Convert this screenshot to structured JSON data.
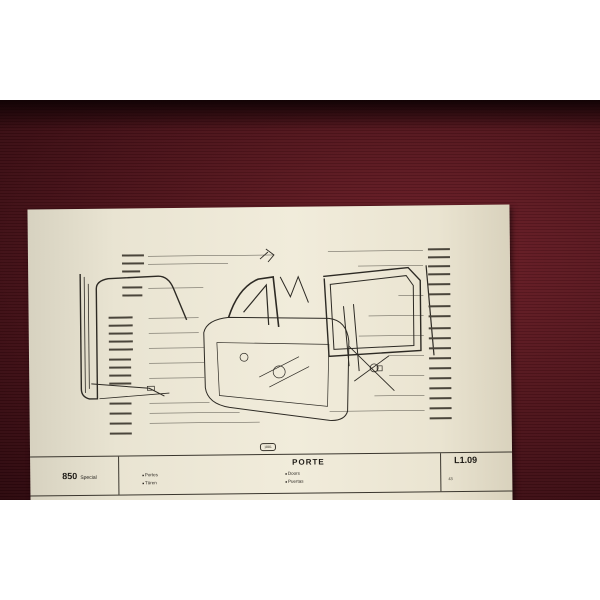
{
  "page": {
    "model": "850",
    "model_suffix": "Special",
    "section_title": "PORTE",
    "languages": [
      "Portes",
      "Türen",
      "Doors",
      "Puertas"
    ],
    "sheet_code": "L1.09",
    "sub_code": "43",
    "drawing_badge": "1881"
  },
  "colors": {
    "paper": "#efe9d7",
    "ink": "#2d2a24",
    "fabric": "#5a1620"
  }
}
